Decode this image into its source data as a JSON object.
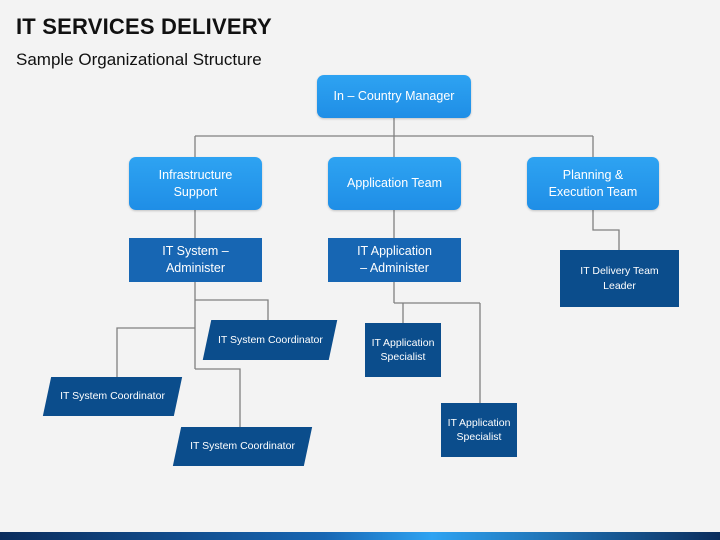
{
  "title": "IT SERVICES DELIVERY",
  "subtitle": "Sample Organizational Structure",
  "nodes": {
    "manager": "In – Country Manager",
    "infra": "Infrastructure\nSupport",
    "app_team": "Application Team",
    "planning": "Planning &\nExecution Team",
    "it_sys_admin": "IT System –\nAdminister",
    "it_app_admin": "IT Application\n– Administer",
    "delivery_lead": "IT Delivery Team\nLeader",
    "coord_1": "IT System Coordinator",
    "coord_2": "IT System Coordinator",
    "coord_3": "IT System Coordinator",
    "app_spec_1": "IT Application\nSpecialist",
    "app_spec_2": "IT Application\nSpecialist"
  },
  "colors": {
    "light_blue": "#2ea3f2",
    "mid_blue": "#1766b3",
    "dark_blue": "#0b4d8c",
    "connector": "#808080"
  }
}
